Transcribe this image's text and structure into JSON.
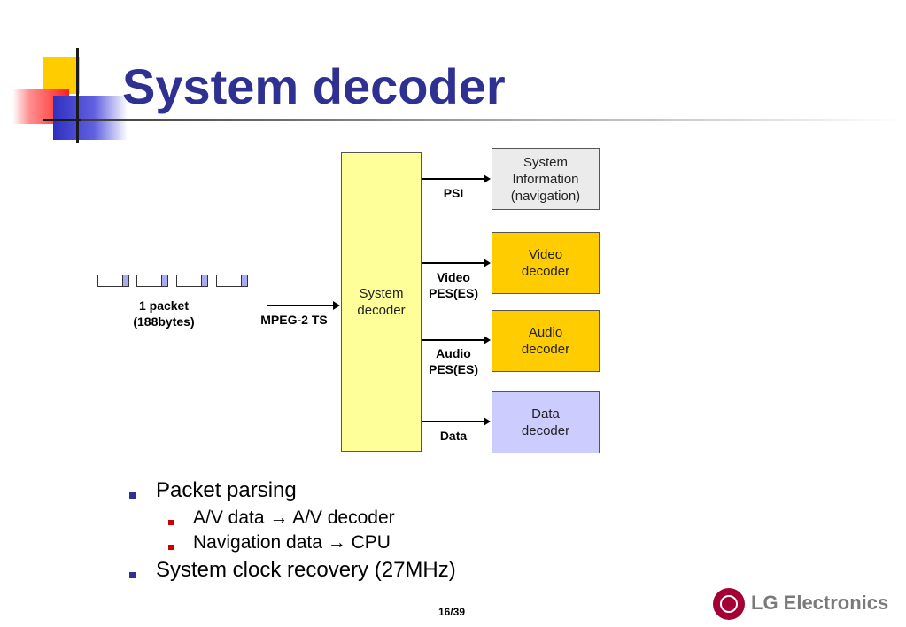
{
  "slide": {
    "title": "System decoder",
    "page_number": "16/39",
    "logo_text": "LG Electronics"
  },
  "diagram": {
    "packet_label_line1": "1 packet",
    "packet_label_line2": "(188bytes)",
    "input_label": "MPEG-2 TS",
    "center_box": "System\ndecoder",
    "outputs": [
      {
        "label": "PSI",
        "box": "System\nInformation\n(navigation)",
        "color": "#ebebeb"
      },
      {
        "label_line1": "Video",
        "label_line2": "PES(ES)",
        "box": "Video\ndecoder",
        "color": "#ffcc00"
      },
      {
        "label_line1": "Audio",
        "label_line2": "PES(ES)",
        "box": "Audio\ndecoder",
        "color": "#ffcc00"
      },
      {
        "label": "Data",
        "box": "Data\ndecoder",
        "color": "#ccccff"
      }
    ],
    "center_color": "#ffff99"
  },
  "bullets": [
    {
      "text": "Packet parsing",
      "sub": [
        "A/V data → A/V decoder",
        "Navigation data → CPU"
      ]
    },
    {
      "text": "System clock recovery (27MHz)",
      "sub": []
    }
  ]
}
